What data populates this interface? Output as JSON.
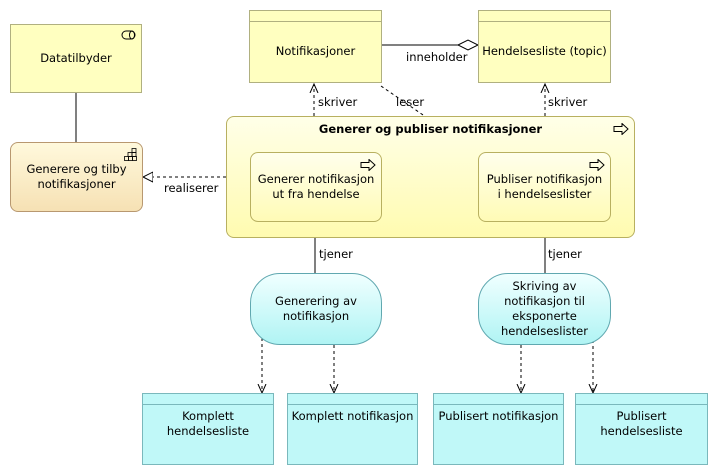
{
  "elements": {
    "datatilbyder": "Datatilbyder",
    "notifikasjoner": "Notifikasjoner",
    "hendelsesliste": "Hendelsesliste (topic)",
    "generere_tilby": "Generere og tilby notifikasjoner",
    "group_process": "Generer og publiser notifikasjoner",
    "generer_proc": "Generer notifikasjon ut fra hendelse",
    "publiser_proc": "Publiser notifikasjon i hendelseslister",
    "svc_generering": "Generering av notifikasjon",
    "svc_skriving": "Skriving av notifikasjon til eksponerte hendelseslister",
    "komplett_liste": "Komplett hendelsesliste",
    "komplett_notif": "Komplett notifikasjon",
    "publisert_notif": "Publisert notifikasjon",
    "publisert_liste": "Publisert hendelsesliste"
  },
  "relations": {
    "inneholder": "inneholder",
    "skriver_left": "skriver",
    "leser": "leser",
    "skriver_right": "skriver",
    "realiserer": "realiserer",
    "tjener_left": "tjener",
    "tjener_right": "tjener"
  },
  "colors": {
    "data_object": "#ffffc0",
    "business_function": "#f6e1b4",
    "process": "#fffbb0",
    "service": "#b0f4f4",
    "cyan_object": "#c0f8f8"
  }
}
